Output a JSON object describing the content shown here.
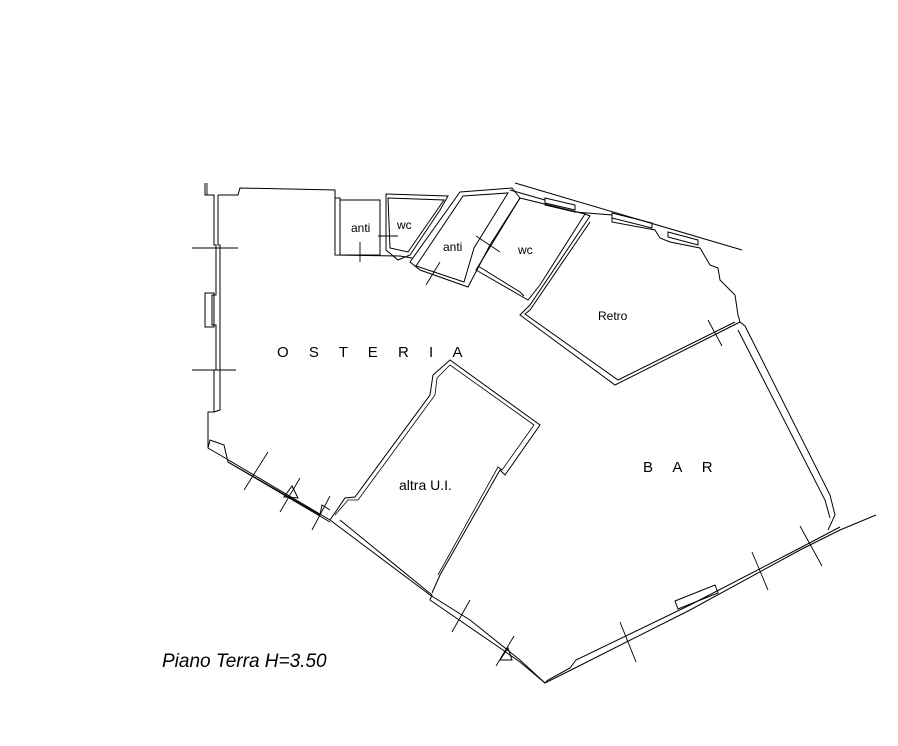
{
  "rooms": {
    "osteria": "O S T E R I A",
    "bar": "B A R",
    "retro": "Retro",
    "altra": "altra U.I.",
    "anti1": "anti",
    "wc1": "wc",
    "anti2": "anti",
    "wc2": "wc"
  },
  "caption": "Piano Terra H=3.50"
}
